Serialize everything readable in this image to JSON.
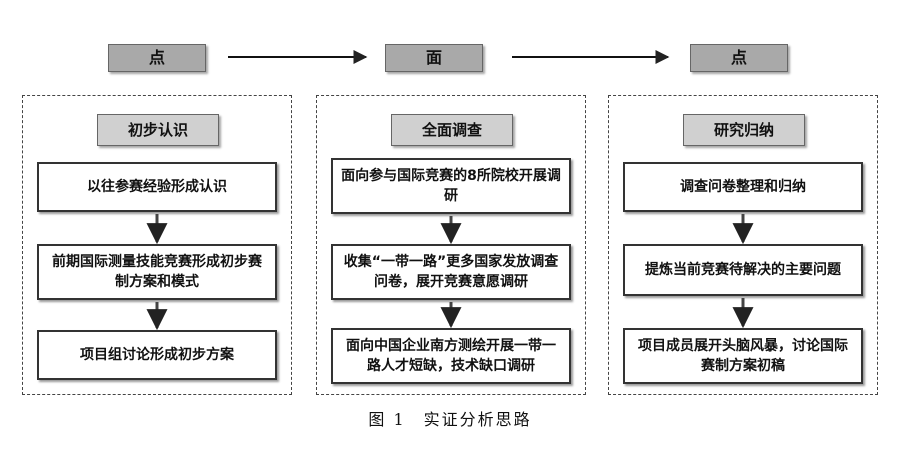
{
  "stages": [
    "点",
    "面",
    "点"
  ],
  "columns": [
    {
      "title": "初步认识",
      "steps": [
        "以往参赛经验形成认识",
        "前期国际测量技能竞赛形成初步赛制方案和模式",
        "项目组讨论形成初步方案"
      ]
    },
    {
      "title": "全面调查",
      "steps": [
        "面向参与国际竞赛的8所院校开展调研",
        "收集“一带一路”更多国家发放调查问卷，展开竞赛意愿调研",
        "面向中国企业南方测绘开展一带一路人才短缺，技术缺口调研"
      ]
    },
    {
      "title": "研究归纳",
      "steps": [
        "调查问卷整理和归纳",
        "提炼当前竞赛待解决的主要问题",
        "项目成员展开头脑风暴，讨论国际赛制方案初稿"
      ]
    }
  ],
  "caption": "图 1　实证分析思路",
  "colors": {
    "stage_fill": "#a9a9a9",
    "title_fill": "#d0d0d0",
    "arrow": "#444444"
  }
}
